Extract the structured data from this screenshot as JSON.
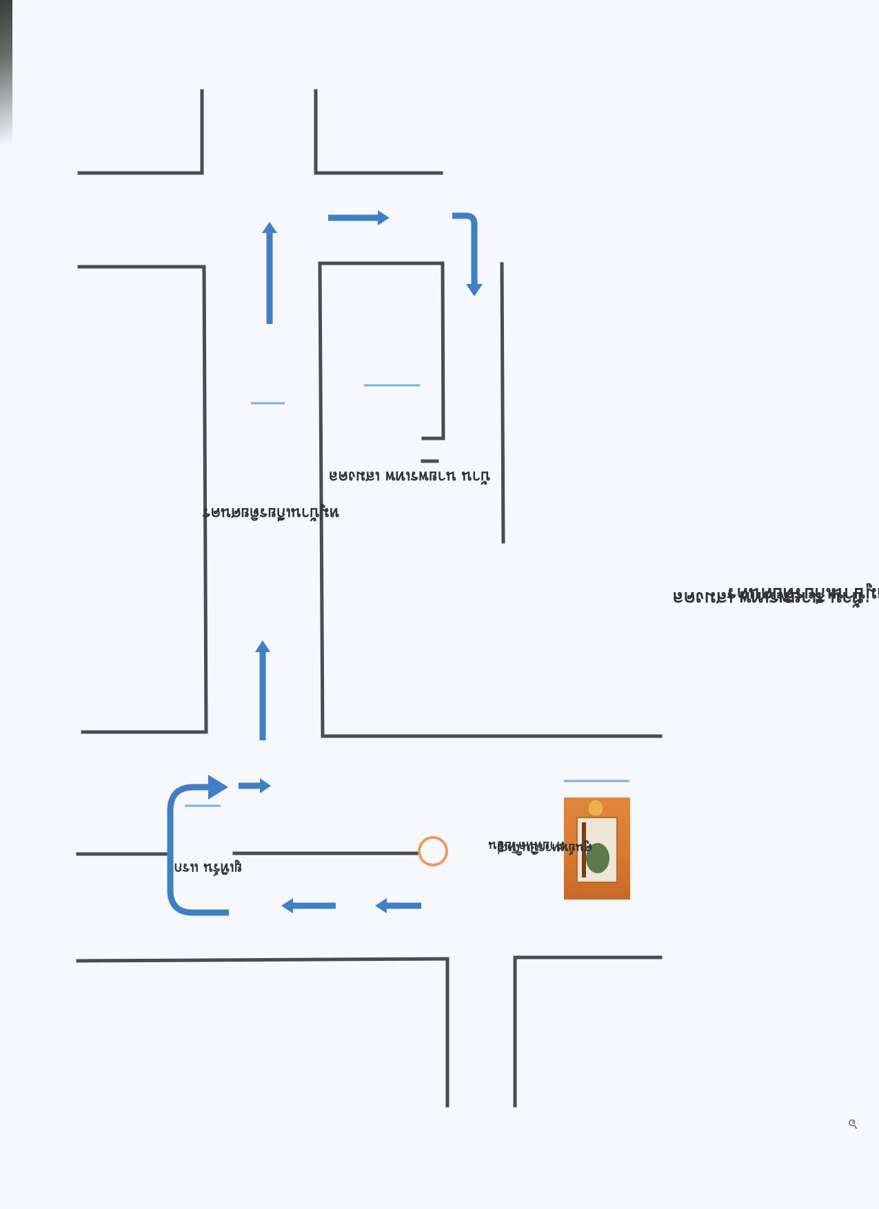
{
  "map": {
    "orientation": "rotated-180",
    "colors": {
      "background": "#f6f8fd",
      "road": "#4a4d4f",
      "route_arrow": "#3f7fc8",
      "label_underline": "#7aaee6",
      "start_marker": "#f09a5a"
    },
    "labels": {
      "title_line1": "หมู่บ้านเกียรติยศนคร",
      "title_line2": "บ้าน นายพรเทพ เสมงคล",
      "village_road": "หมู่บ้านเกียรติยศนคร",
      "house": "บ้าน นายพรเทพ เสมงคล",
      "uturn": "ยูเทิร์น แรก",
      "landmark_line1": "ศูนย์ทหารปืนใหญ่",
      "landmark_line2": "ค่ายพหลโยธิน"
    },
    "markers": {
      "start_marker": "circle",
      "landmark_photo": "photo"
    },
    "page_mark": "๖"
  }
}
